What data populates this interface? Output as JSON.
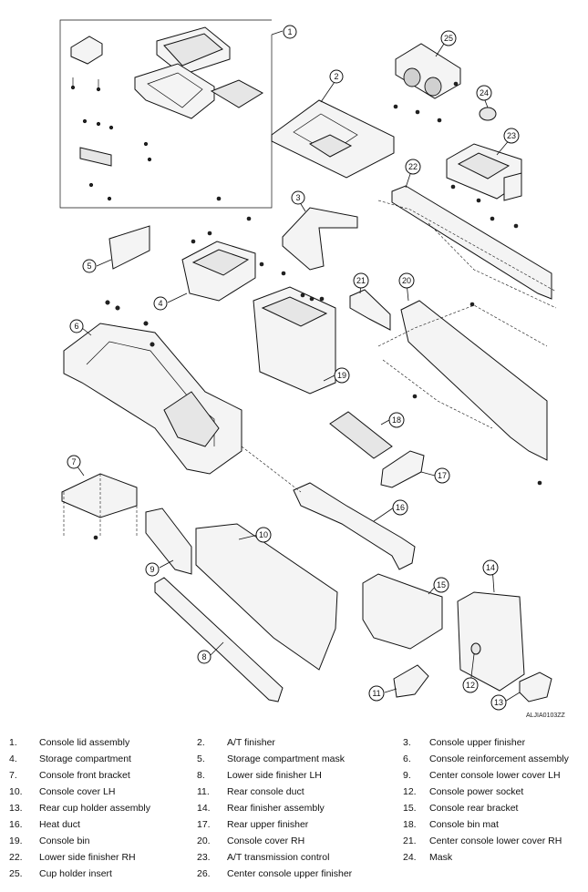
{
  "diagram": {
    "code": "ALJIA0103ZZ"
  },
  "callouts": [
    "1",
    "2",
    "3",
    "4",
    "5",
    "6",
    "7",
    "8",
    "9",
    "10",
    "11",
    "12",
    "13",
    "14",
    "15",
    "16",
    "17",
    "18",
    "19",
    "20",
    "21",
    "22",
    "23",
    "24",
    "25"
  ],
  "legend": [
    {
      "num": "1.",
      "label": "Console lid assembly"
    },
    {
      "num": "2.",
      "label": "A/T finisher"
    },
    {
      "num": "3.",
      "label": "Console upper finisher"
    },
    {
      "num": "4.",
      "label": "Storage compartment"
    },
    {
      "num": "5.",
      "label": "Storage compartment mask"
    },
    {
      "num": "6.",
      "label": "Console reinforcement assembly"
    },
    {
      "num": "7.",
      "label": "Console front bracket"
    },
    {
      "num": "8.",
      "label": "Lower side finisher LH"
    },
    {
      "num": "9.",
      "label": "Center console lower cover LH"
    },
    {
      "num": "10.",
      "label": "Console cover LH"
    },
    {
      "num": "11.",
      "label": "Rear console duct"
    },
    {
      "num": "12.",
      "label": "Console power socket"
    },
    {
      "num": "13.",
      "label": "Rear cup holder assembly"
    },
    {
      "num": "14.",
      "label": "Rear finisher assembly"
    },
    {
      "num": "15.",
      "label": "Console rear bracket"
    },
    {
      "num": "16.",
      "label": "Heat duct"
    },
    {
      "num": "17.",
      "label": "Rear upper finisher"
    },
    {
      "num": "18.",
      "label": "Console bin mat"
    },
    {
      "num": "19.",
      "label": "Console bin"
    },
    {
      "num": "20.",
      "label": "Console cover RH"
    },
    {
      "num": "21.",
      "label": "Center console lower cover RH"
    },
    {
      "num": "22.",
      "label": "Lower side finisher RH"
    },
    {
      "num": "23.",
      "label": "A/T transmission control"
    },
    {
      "num": "24.",
      "label": "Mask"
    },
    {
      "num": "25.",
      "label": "Cup holder insert"
    },
    {
      "num": "26.",
      "label": "Center console upper finisher"
    }
  ]
}
